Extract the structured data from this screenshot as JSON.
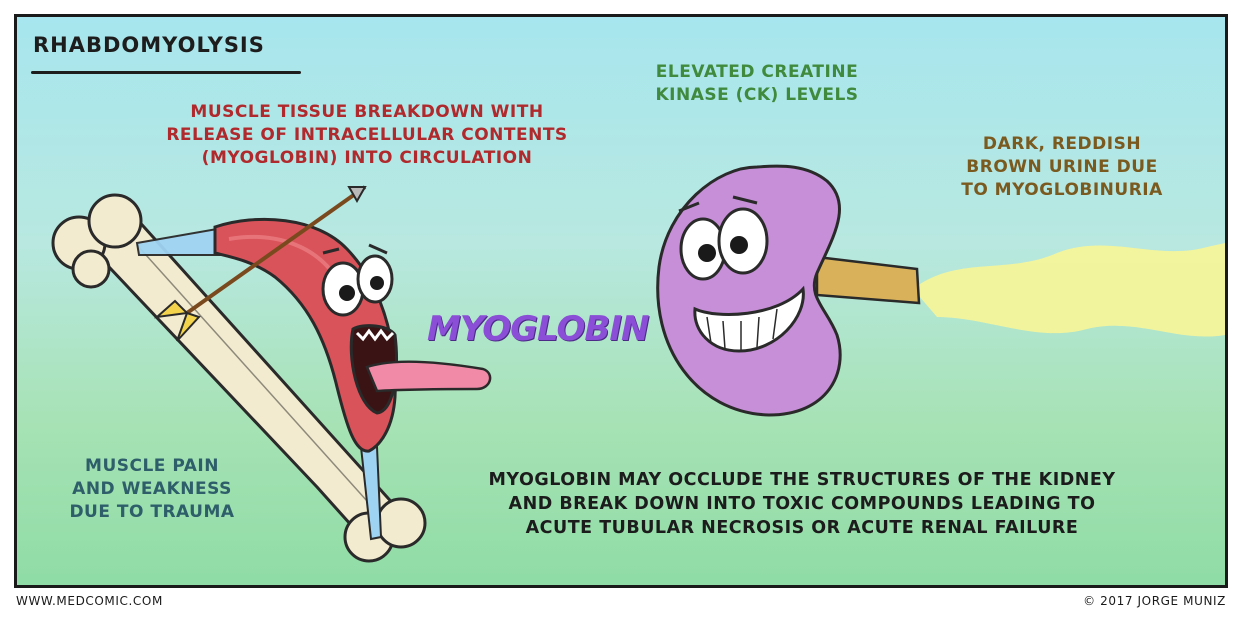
{
  "title": "RHABDOMYOLYSIS",
  "labels": {
    "muscle_breakdown": [
      "MUSCLE TISSUE BREAKDOWN WITH",
      "RELEASE OF INTRACELLULAR CONTENTS",
      "(MYOGLOBIN) INTO CIRCULATION"
    ],
    "ck_levels": [
      "ELEVATED CREATINE",
      "KINASE (CK) LEVELS"
    ],
    "dark_urine": [
      "DARK, REDDISH",
      "BROWN URINE DUE",
      "TO MYOGLOBINURIA"
    ],
    "muscle_pain": [
      "MUSCLE PAIN",
      "AND WEAKNESS",
      "DUE TO TRAUMA"
    ],
    "kidney_effects": [
      "MYOGLOBIN MAY OCCLUDE THE STRUCTURES OF THE KIDNEY",
      "AND BREAK DOWN INTO TOXIC COMPOUNDS LEADING TO",
      "ACUTE TUBULAR NECROSIS OR ACUTE RENAL FAILURE"
    ],
    "myoglobin": "MYOGLOBIN"
  },
  "footer": {
    "website": "WWW.MEDCOMIC.COM",
    "copyright": "© 2017 JORGE MUNIZ"
  },
  "colors": {
    "red_text": "#b0292c",
    "green_text": "#3f8a3c",
    "brown_text": "#7a5a1f",
    "blue_text": "#2d5e6a",
    "myoglobin_text": "#8a4fd6",
    "muscle": "#d9535a",
    "kidney": "#c68fd8",
    "urine": "#f6f49a",
    "bone": "#f3ebcf"
  }
}
